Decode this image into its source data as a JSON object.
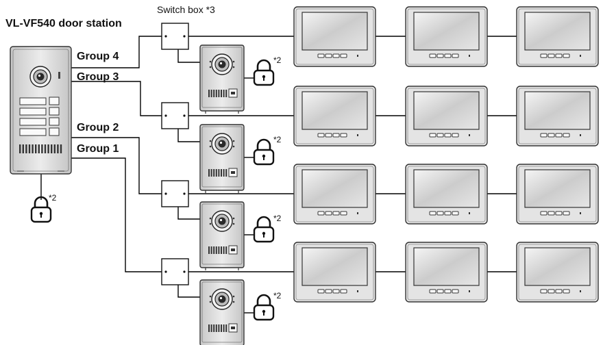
{
  "diagram": {
    "title": "VL-VF540 door station",
    "switch_box_label": "Switch box *3",
    "groups": [
      {
        "label": "Group 4"
      },
      {
        "label": "Group 3"
      },
      {
        "label": "Group 2"
      },
      {
        "label": "Group 1"
      }
    ],
    "lock_note": "*2",
    "monitors_per_group": 3,
    "icons": {
      "lock": "padlock-icon",
      "camera": "camera-lens-icon"
    },
    "colors": {
      "line": "#000000",
      "device_fill": "#e6e6e6",
      "screen_fill": "#cfcfcf"
    }
  }
}
